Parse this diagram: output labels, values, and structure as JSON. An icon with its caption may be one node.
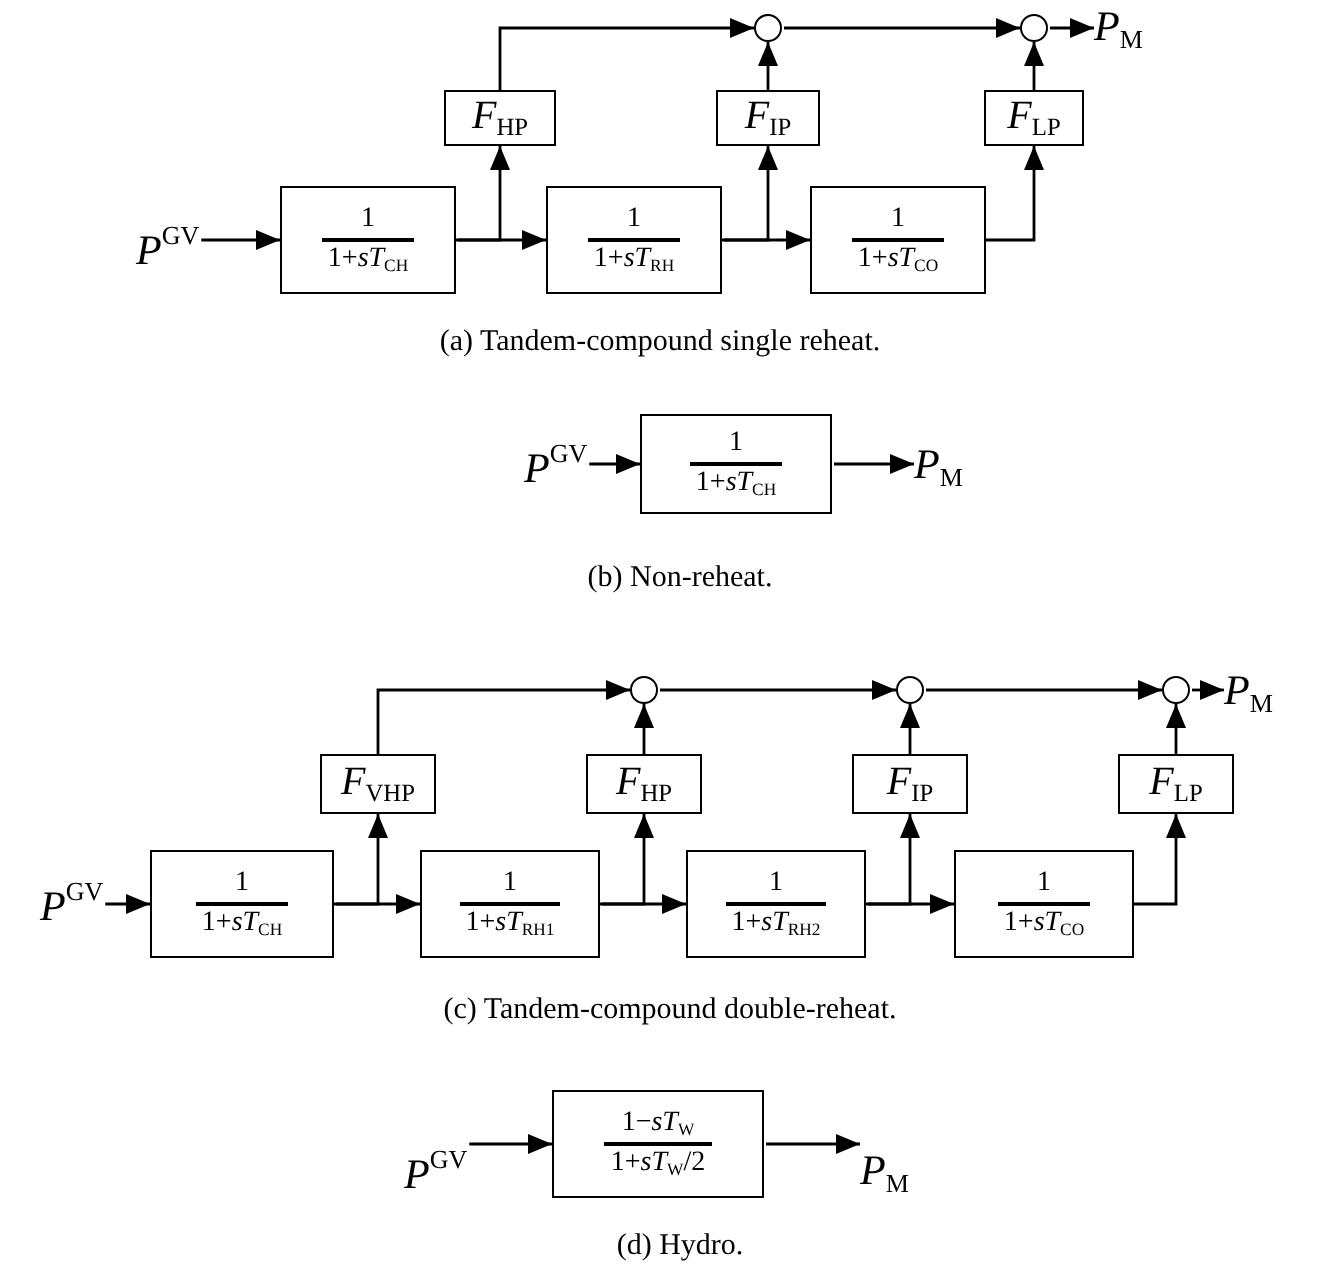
{
  "diagram": {
    "nodes": [
      {
        "text": [],
        "shape": "circle"
      },
      {
        "text": [],
        "shape": "circle"
      },
      {
        "text": [
          "*P*$_{M}$"
        ]
      },
      {
        "text": [
          "*F*$_{HP}$"
        ]
      },
      {
        "text": [
          "*F*$_{IP}$"
        ]
      },
      {
        "text": [
          "*F*$_{LP}$"
        ]
      },
      {
        "text": [
          "*P*$^{GV}$"
        ]
      },
      {
        "text": [
          "1",
          "1+*sT*$_{CH}$"
        ]
      },
      {
        "text": [
          "1",
          "1+*sT*$_{RH}$"
        ]
      },
      {
        "text": [
          "1",
          "1+*sT*$_{CO}$"
        ]
      },
      {
        "text": [
          "*P*$^{GV}$"
        ]
      },
      {
        "text": [
          "1",
          "1+*sT*$_{CH}$"
        ]
      },
      {
        "text": [
          "*P*$_{M}$"
        ]
      },
      {
        "text": [],
        "shape": "circle"
      },
      {
        "text": [],
        "shape": "circle"
      },
      {
        "text": [],
        "shape": "circle"
      },
      {
        "text": [
          "*P*$_{M}$"
        ]
      },
      {
        "text": [
          "*F*$_{VHP}$"
        ]
      },
      {
        "text": [
          "*F*$_{HP}$"
        ]
      },
      {
        "text": [
          "*F*$_{IP}$"
        ]
      },
      {
        "text": [
          "*F*$_{LP}$"
        ]
      },
      {
        "text": [
          "*P*$^{GV}$"
        ]
      },
      {
        "text": [
          "1",
          "1+*sT*$_{CH}$"
        ]
      },
      {
        "text": [
          "1",
          "1+*sT*$_{RH1}$"
        ]
      },
      {
        "text": [
          "1",
          "1+*sT*$_{RH2}$"
        ]
      },
      {
        "text": [
          "1",
          "1+*sT*$_{CO}$"
        ]
      },
      {
        "text": [
          "*P*$^{GV}$"
        ]
      },
      {
        "text": [
          "1−*sT*$_{W}$",
          "1+*sT*$_{W}$/2"
        ]
      },
      {
        "text": [
          "*P*$_{M}$"
        ]
      }
    ],
    "edges": [
      {
        "from": 6,
        "to": 7,
        "arrow": "to"
      },
      {
        "from": 7,
        "to": 3,
        "arrow": "to"
      },
      {
        "from": 7,
        "to": 8,
        "arrow": "to"
      },
      {
        "from": 8,
        "to": 4,
        "arrow": "to"
      },
      {
        "from": 8,
        "to": 9,
        "arrow": "to"
      },
      {
        "from": 9,
        "to": 5,
        "arrow": "to"
      },
      {
        "from": 3,
        "to": 0,
        "arrow": "to"
      },
      {
        "from": 4,
        "to": 0,
        "arrow": "to"
      },
      {
        "from": 0,
        "to": 1,
        "arrow": "to"
      },
      {
        "from": 5,
        "to": 1,
        "arrow": "to"
      },
      {
        "from": 1,
        "to": 2,
        "arrow": "to"
      },
      {
        "from": 10,
        "to": 11,
        "arrow": "to"
      },
      {
        "from": 11,
        "to": 12,
        "arrow": "to"
      },
      {
        "from": 21,
        "to": 22,
        "arrow": "to"
      },
      {
        "from": 22,
        "to": 17,
        "arrow": "to"
      },
      {
        "from": 22,
        "to": 23,
        "arrow": "to"
      },
      {
        "from": 23,
        "to": 18,
        "arrow": "to"
      },
      {
        "from": 23,
        "to": 24,
        "arrow": "to"
      },
      {
        "from": 24,
        "to": 19,
        "arrow": "to"
      },
      {
        "from": 24,
        "to": 25,
        "arrow": "to"
      },
      {
        "from": 25,
        "to": 20,
        "arrow": "to"
      },
      {
        "from": 17,
        "to": 13,
        "arrow": "to"
      },
      {
        "from": 18,
        "to": 13,
        "arrow": "to"
      },
      {
        "from": 13,
        "to": 14,
        "arrow": "to"
      },
      {
        "from": 19,
        "to": 14,
        "arrow": "to"
      },
      {
        "from": 14,
        "to": 15,
        "arrow": "to"
      },
      {
        "from": 20,
        "to": 15,
        "arrow": "to"
      },
      {
        "from": 15,
        "to": 16,
        "arrow": "to"
      },
      {
        "from": 26,
        "to": 27,
        "arrow": "to"
      },
      {
        "from": 27,
        "to": 28,
        "arrow": "to"
      }
    ],
    "labels": [
      "(a) Tandem-compound single reheat.",
      "(b) Non-reheat.",
      "(c) Tandem-compound double-reheat.",
      "(d) Hydro."
    ]
  }
}
